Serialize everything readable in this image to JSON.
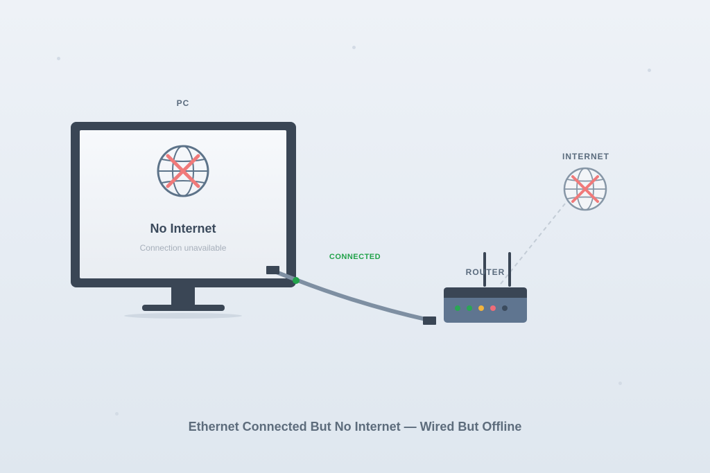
{
  "diagram": {
    "pc_label": "PC",
    "internet_label": "INTERNET",
    "router_label": "ROUTER",
    "link_status": "CONNECTED",
    "screen_title": "No Internet",
    "screen_subtitle": "Connection unavailable",
    "caption": "Ethernet Connected But No Internet — Wired But Offline"
  },
  "colors": {
    "connected_green": "#22a24a",
    "error_red": "#f07a7a",
    "device_dark": "#3a4655",
    "router_body": "#5f7590",
    "globe_stroke": "#5d7389"
  },
  "router_leds": [
    "#2aa655",
    "#2aa655",
    "#f2b43c",
    "#ef6c78",
    "#3b4b5d"
  ],
  "icons": {
    "pc_screen": "globe-crossed-icon",
    "internet": "globe-crossed-icon"
  }
}
